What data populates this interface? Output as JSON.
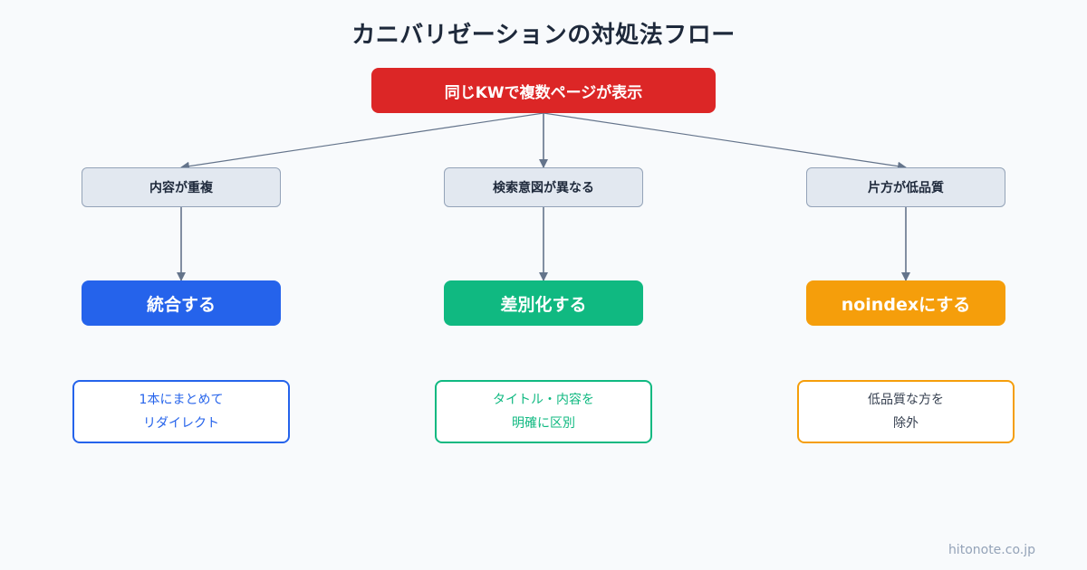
{
  "title": "カニバリゼーションの対処法フロー",
  "colors": {
    "background": "#f8fafc",
    "root": "#dc2626",
    "condition_bg": "#e2e8f0",
    "condition_border": "#94a3b8",
    "connector": "#64748b",
    "merge": "#2563eb",
    "differentiate": "#10b981",
    "noindex": "#f59e0b"
  },
  "root": {
    "label": "同じKWで複数ページが表示"
  },
  "branches": [
    {
      "condition": "内容が重複",
      "action": "統合する",
      "action_color": "#2563eb",
      "note_lines": [
        "1本にまとめて",
        "リダイレクト"
      ],
      "note_border": "#2563eb",
      "note_text_color": "#2563eb"
    },
    {
      "condition": "検索意図が異なる",
      "action": "差別化する",
      "action_color": "#10b981",
      "note_lines": [
        "タイトル・内容を",
        "明確に区別"
      ],
      "note_border": "#10b981",
      "note_text_color": "#10b981"
    },
    {
      "condition": "片方が低品質",
      "action": "noindexにする",
      "action_color": "#f59e0b",
      "note_lines": [
        "低品質な方を",
        "除外"
      ],
      "note_border": "#f59e0b",
      "note_text_color": "#374151"
    }
  ],
  "watermark": "hitonote.co.jp"
}
